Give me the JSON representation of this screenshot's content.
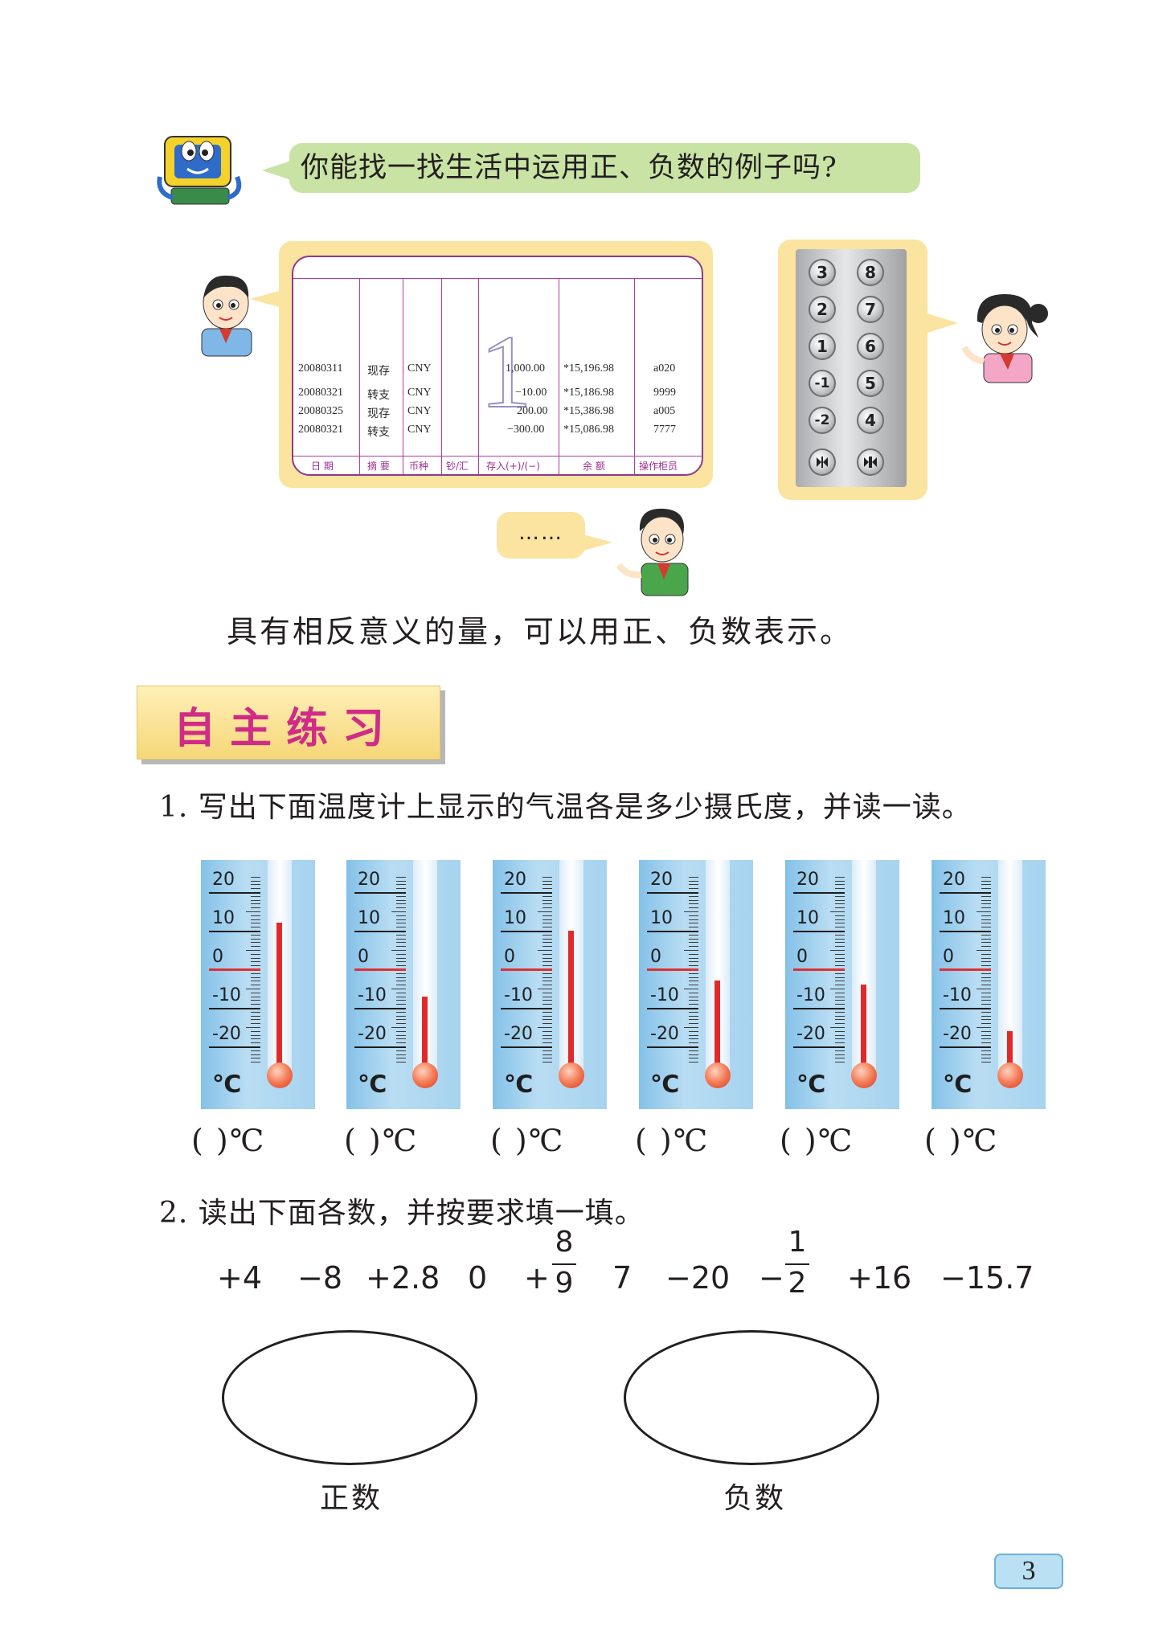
{
  "intro": {
    "question": "你能找一找生活中运用正、负数的例子吗?",
    "dots": "……",
    "summary": "具有相反意义的量，可以用正、负数表示。"
  },
  "bank_statement": {
    "big_digit": "1",
    "rows": [
      {
        "date": "20080311",
        "summary": "现存",
        "currency": "CNY",
        "amount": "1,000.00",
        "balance": "*15,196.98",
        "operator": "a020"
      },
      {
        "date": "20080321",
        "summary": "转支",
        "currency": "CNY",
        "amount": "−10.00",
        "balance": "*15,186.98",
        "operator": "9999"
      },
      {
        "date": "20080325",
        "summary": "现存",
        "currency": "CNY",
        "amount": "200.00",
        "balance": "*15,386.98",
        "operator": "a005"
      },
      {
        "date": "20080321",
        "summary": "转支",
        "currency": "CNY",
        "amount": "−300.00",
        "balance": "*15,086.98",
        "operator": "7777"
      }
    ],
    "headers": [
      "日 期",
      "摘 要",
      "币种",
      "钞/汇",
      "存入(+)/(−)",
      "余 额",
      "操作柜员"
    ]
  },
  "elevator": {
    "left_column": [
      "3",
      "2",
      "1",
      "-1",
      "-2"
    ],
    "right_column": [
      "8",
      "7",
      "6",
      "5",
      "4"
    ],
    "controls": [
      "open-doors-icon",
      "close-doors-icon"
    ]
  },
  "practice": {
    "title": "自主练习"
  },
  "exercise1": {
    "prompt": "1. 写出下面温度计上显示的气温各是多少摄氏度，并读一读。",
    "scale_labels": [
      "20",
      "10",
      "0",
      "-10",
      "-20"
    ],
    "unit": "℃",
    "answer_template": "(    )℃",
    "thermometer_readings": [
      12,
      -7,
      10,
      -3,
      -4,
      -16
    ]
  },
  "exercise2": {
    "prompt": "2. 读出下面各数，并按要求填一填。",
    "numbers": [
      "+4",
      "−8",
      "+2.8",
      "0",
      "7",
      "−20",
      "+16",
      "−15.7"
    ],
    "fraction_pos": {
      "sign": "+",
      "numerator": "8",
      "denominator": "9"
    },
    "fraction_neg": {
      "sign": "−",
      "numerator": "1",
      "denominator": "2"
    },
    "positive_label": "正数",
    "negative_label": "负数"
  },
  "page_number": "3"
}
